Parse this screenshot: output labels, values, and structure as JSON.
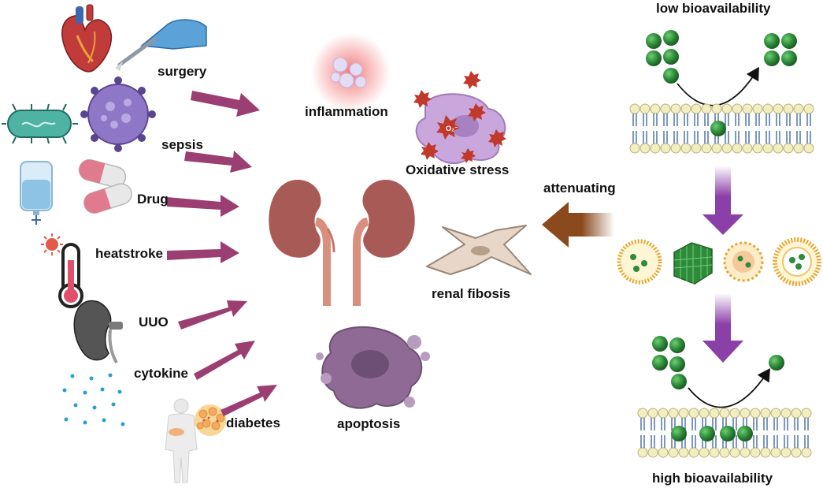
{
  "labels": {
    "surgery": "surgery",
    "sepsis": "sepsis",
    "drug": "Drug",
    "heatstroke": "heatstroke",
    "uuo": "UUO",
    "cytokine": "cytokine",
    "diabetes": "diabetes",
    "inflammation": "inflammation",
    "oxidative_stress": "Oxidative stress",
    "apoptosis": "apoptosis",
    "renal_fibrosis": "renal fibosis",
    "attenuating": "attenuating",
    "low_bioavailability": "low bioavailability",
    "high_bioavailability": "high bioavailability",
    "ros_symbol": "O₂⁻"
  },
  "colors": {
    "cause_arrow": "#9b3f72",
    "attenuate_arrow": "#8a4a1e",
    "process_arrow": "#8b3fa8",
    "kidney": "#a85a56",
    "ureter": "#d98f7e",
    "molecule": "#2e8b3a",
    "membrane_head": "#f3eec2",
    "membrane_tail": "#5b7fa8",
    "oxidative_cell": "#c9a6dc",
    "apoptotic_cell": "#8e6a95",
    "fibroblast": "#e8d7c8",
    "bacteria": "#4fb3a4",
    "virus": "#8f77c7",
    "inflammation_glow": "#f26a6a",
    "particles": "#2a9fd0"
  }
}
